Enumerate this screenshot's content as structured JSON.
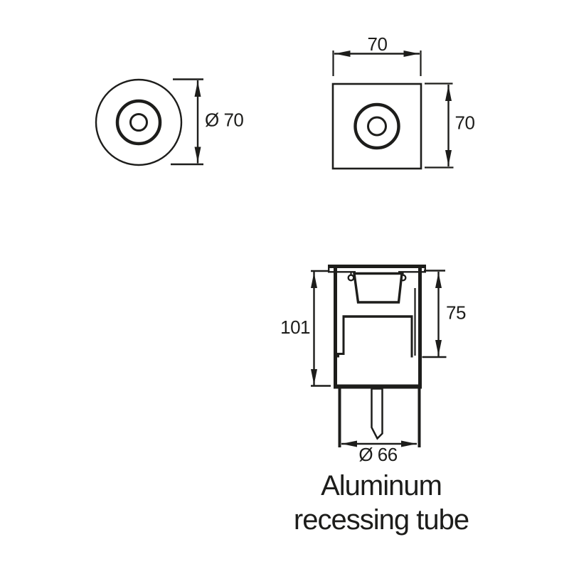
{
  "labels": {
    "circular_view_diameter": "Ø 70",
    "square_view_width": "70",
    "square_view_height": "70",
    "section_overall_height": "101",
    "section_recess_depth": "75",
    "section_tube_diameter": "Ø 66"
  },
  "caption": {
    "line1": "Aluminum",
    "line2": "recessing tube"
  },
  "colors": {
    "ink": "#1d1d1b",
    "background": "#ffffff"
  }
}
